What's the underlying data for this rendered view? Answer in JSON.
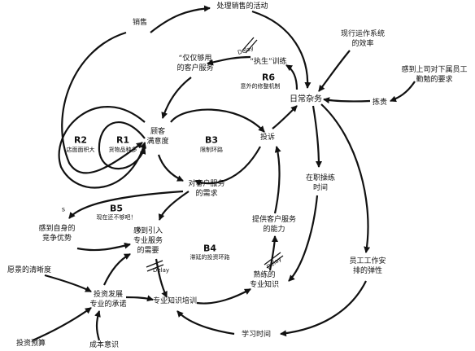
{
  "nodes": {
    "sales": "销售",
    "activities": "处理销售的活动",
    "only_needed": "“仅仅够用\n的客户服务",
    "exercise": "“执生”训练",
    "efficiency": "现行运作系统\n的效率",
    "superior": "感到上司对下属员工\n勤勉的要求",
    "daily": "日常杂务",
    "urge": "拣贵",
    "satisfaction": "顾客\n满意度",
    "complaint": "投诉",
    "onjob": "在职操练\n时间",
    "demand": "对客户服务\n的需求",
    "advantage": "感到自身的\n竞争优势",
    "introduce": "感到引入\n专业服务\n的需要",
    "capability": "提供客户服务\n的能力",
    "flexibility": "员工工作安\n排的弹性",
    "vision": "愿景的清晰度",
    "commitment": "投资发展\n专业的承诺",
    "training": "专业知识培训",
    "skilled": "熟练的\n专业知识",
    "budget": "投资预算",
    "cost": "成本意识",
    "study": "学习时间"
  },
  "loops": {
    "r1": {
      "id": "R1",
      "name": "货物品种多"
    },
    "r2": {
      "id": "R2",
      "name": "店面面积大"
    },
    "r6": {
      "id": "R6",
      "name": "意外的修整机制"
    },
    "b3": {
      "id": "B3",
      "name": "限制环路"
    },
    "b5": {
      "id": "B5",
      "name": "现在还不够吧！"
    },
    "b4": {
      "id": "B4",
      "name": "滞延的投资环路"
    }
  },
  "delay_label": "Delay",
  "signs": {
    "s": "s",
    "o": "o"
  }
}
